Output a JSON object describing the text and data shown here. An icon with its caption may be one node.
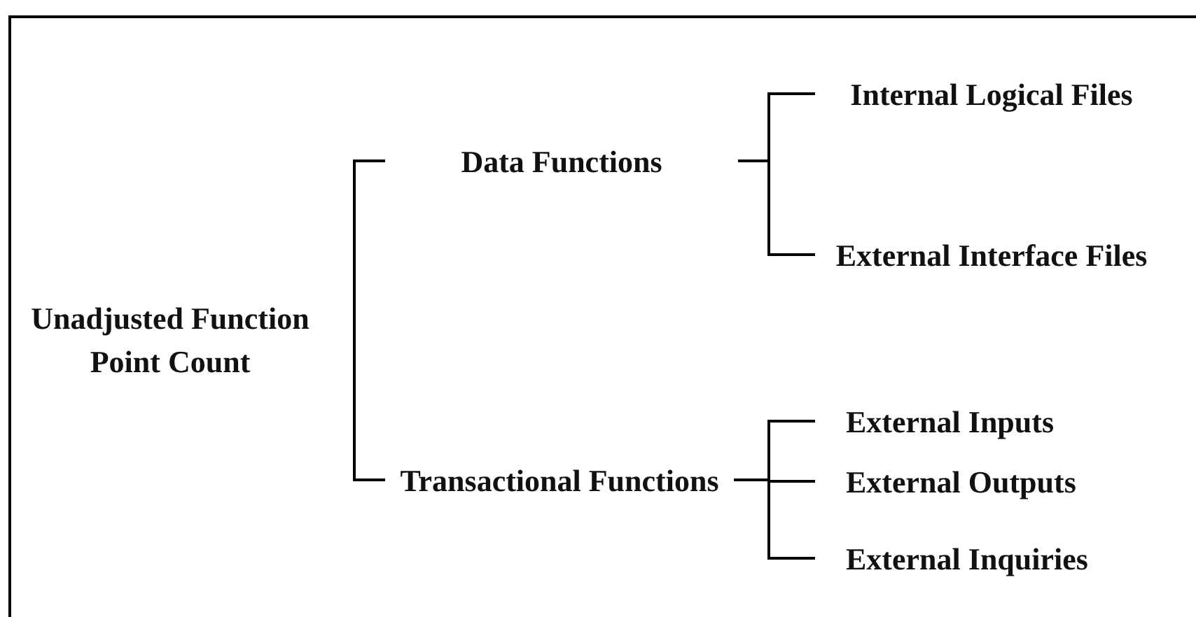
{
  "diagram": {
    "nodes": [
      {
        "text": [
          "Unadjusted Function Point Count"
        ]
      },
      {
        "text": [
          "Data Functions"
        ]
      },
      {
        "text": [
          "Transactional Functions"
        ]
      },
      {
        "text": [
          "Internal Logical Files"
        ]
      },
      {
        "text": [
          "External Interface Files"
        ]
      },
      {
        "text": [
          "External Inputs"
        ]
      },
      {
        "text": [
          "External Outputs"
        ]
      },
      {
        "text": [
          "External Inquiries"
        ]
      }
    ],
    "edges": [
      {
        "from": 0,
        "to": 1,
        "arrow": "none"
      },
      {
        "from": 0,
        "to": 2,
        "arrow": "none"
      },
      {
        "from": 1,
        "to": 3,
        "arrow": "none"
      },
      {
        "from": 1,
        "to": 4,
        "arrow": "none"
      },
      {
        "from": 2,
        "to": 5,
        "arrow": "none"
      },
      {
        "from": 2,
        "to": 6,
        "arrow": "none"
      },
      {
        "from": 2,
        "to": 7,
        "arrow": "none"
      }
    ]
  }
}
